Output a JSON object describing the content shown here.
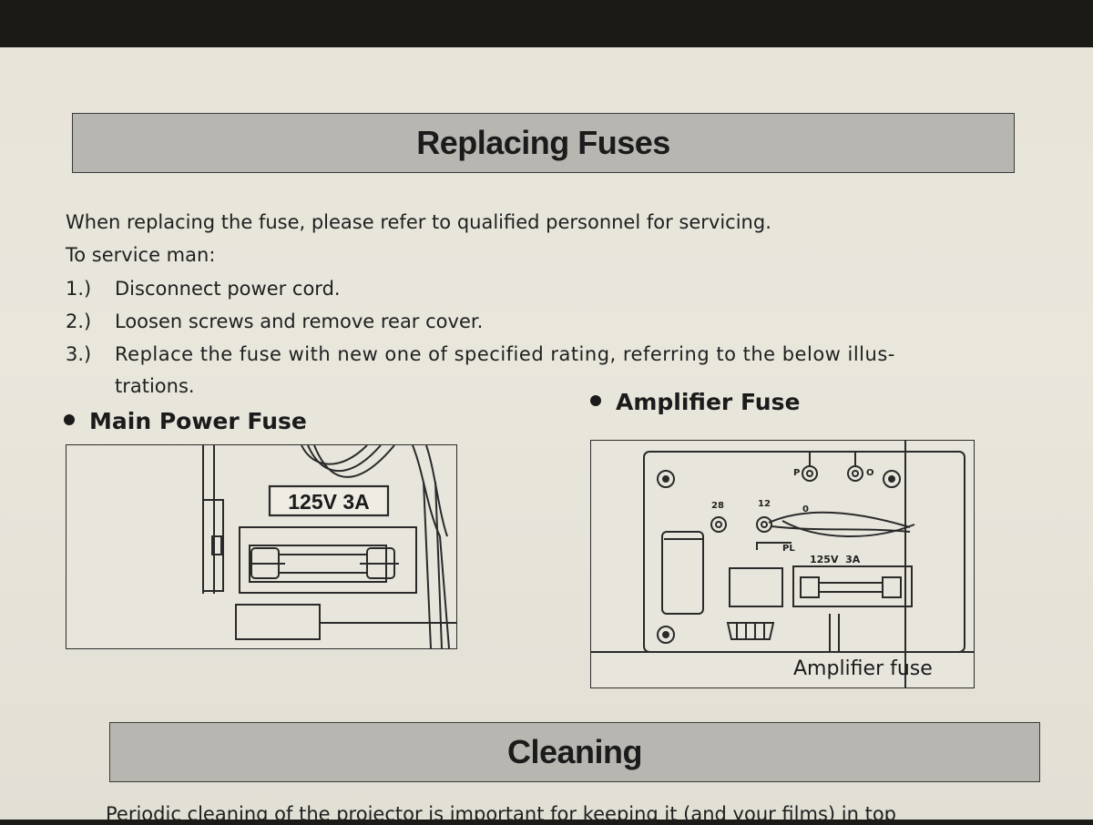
{
  "section1": {
    "title": "Replacing Fuses"
  },
  "intro": {
    "line1": "When replacing the fuse, please refer to qualified personnel for servicing.",
    "line2": "To service man:"
  },
  "steps": [
    {
      "num": "1.)",
      "text": "Disconnect power cord."
    },
    {
      "num": "2.)",
      "text": "Loosen screws and remove rear cover."
    },
    {
      "num": "3.)",
      "text": "Replace the fuse with new one of specified rating, referring to the below illus-",
      "text2": "trations."
    }
  ],
  "main_fuse": {
    "heading": "Main Power Fuse",
    "label": "125V 3A"
  },
  "amp_fuse": {
    "heading": "Amplifier Fuse",
    "rating": "125V  3A",
    "pin_p": "P",
    "pin_o": "O",
    "pin_28": "28",
    "pin_12": "12",
    "pin_0": "0",
    "pin_pl": "PL",
    "caption": "Amplifier fuse"
  },
  "section2": {
    "title": "Cleaning"
  },
  "cleaning": {
    "partial": "Periodic cleaning of the projector is important for keeping it (and your films) in top"
  }
}
